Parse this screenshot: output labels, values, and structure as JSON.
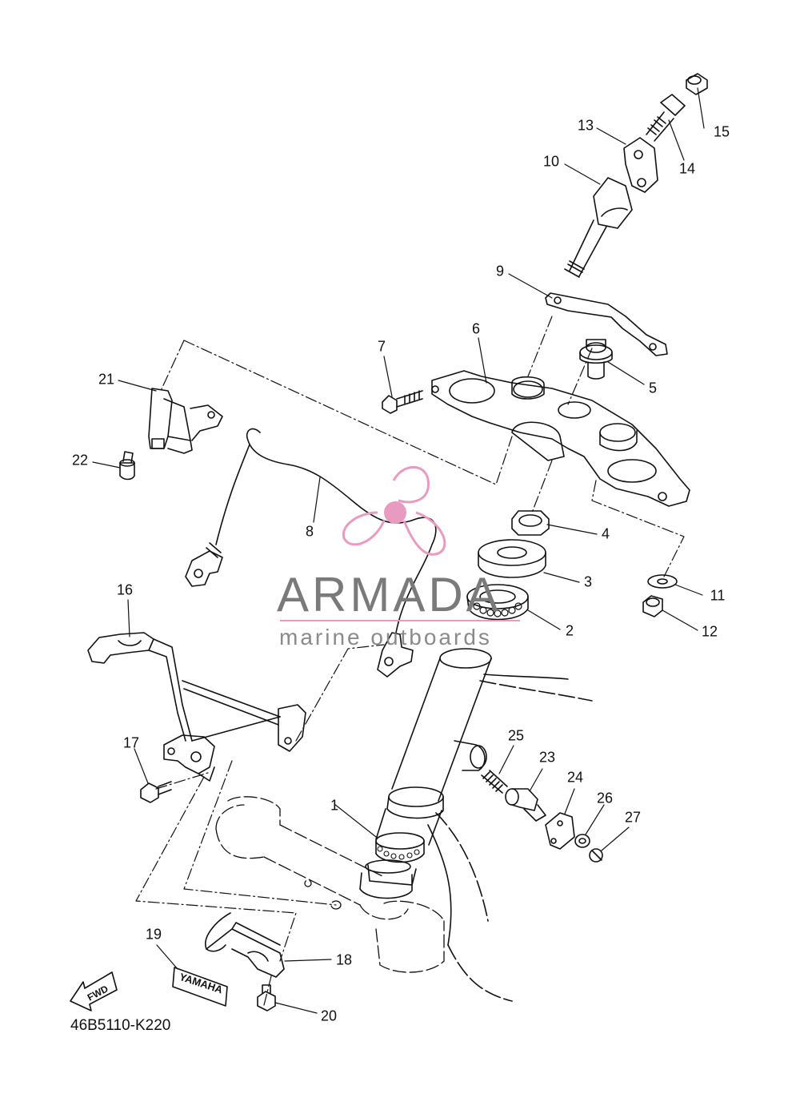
{
  "diagram": {
    "part_code": "46B5110-K220",
    "fwd_label": "FWD",
    "decal_text": "YAMAHA",
    "callouts": [
      "1",
      "2",
      "3",
      "4",
      "5",
      "6",
      "7",
      "8",
      "9",
      "10",
      "11",
      "12",
      "13",
      "14",
      "15",
      "16",
      "17",
      "18",
      "19",
      "20",
      "21",
      "22",
      "23",
      "24",
      "25",
      "26",
      "27"
    ]
  },
  "watermark": {
    "title": "ARMADA",
    "subtitle": "marine outboards",
    "logo_color": "#e89ac0"
  }
}
